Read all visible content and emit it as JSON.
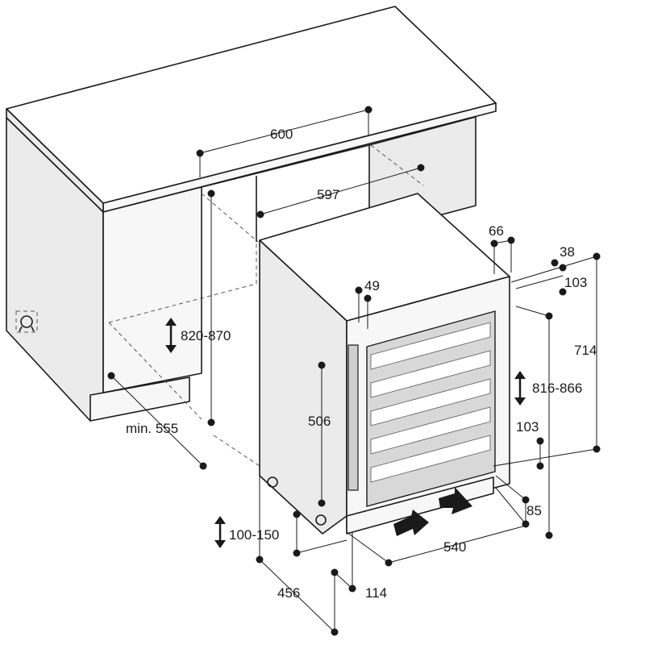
{
  "dimensions": {
    "cabinet_width": "600",
    "niche_width": "597",
    "niche_height": "820-870",
    "niche_depth_min": "min. 555",
    "door_offset_top": "66",
    "top_offset_a": "38",
    "top_offset_b": "103",
    "handle_offset": "49",
    "overall_height": "714",
    "adjust_height": "816-866",
    "side_height": "506",
    "lower_offset": "103",
    "plinth_depth": "85",
    "plinth_height": "100-150",
    "base_width": "540",
    "depth_bottom": "456",
    "foot_offset": "114"
  },
  "colors": {
    "line": "#1a1a1a",
    "side_face": "#ebebeb",
    "background": "#ffffff"
  }
}
